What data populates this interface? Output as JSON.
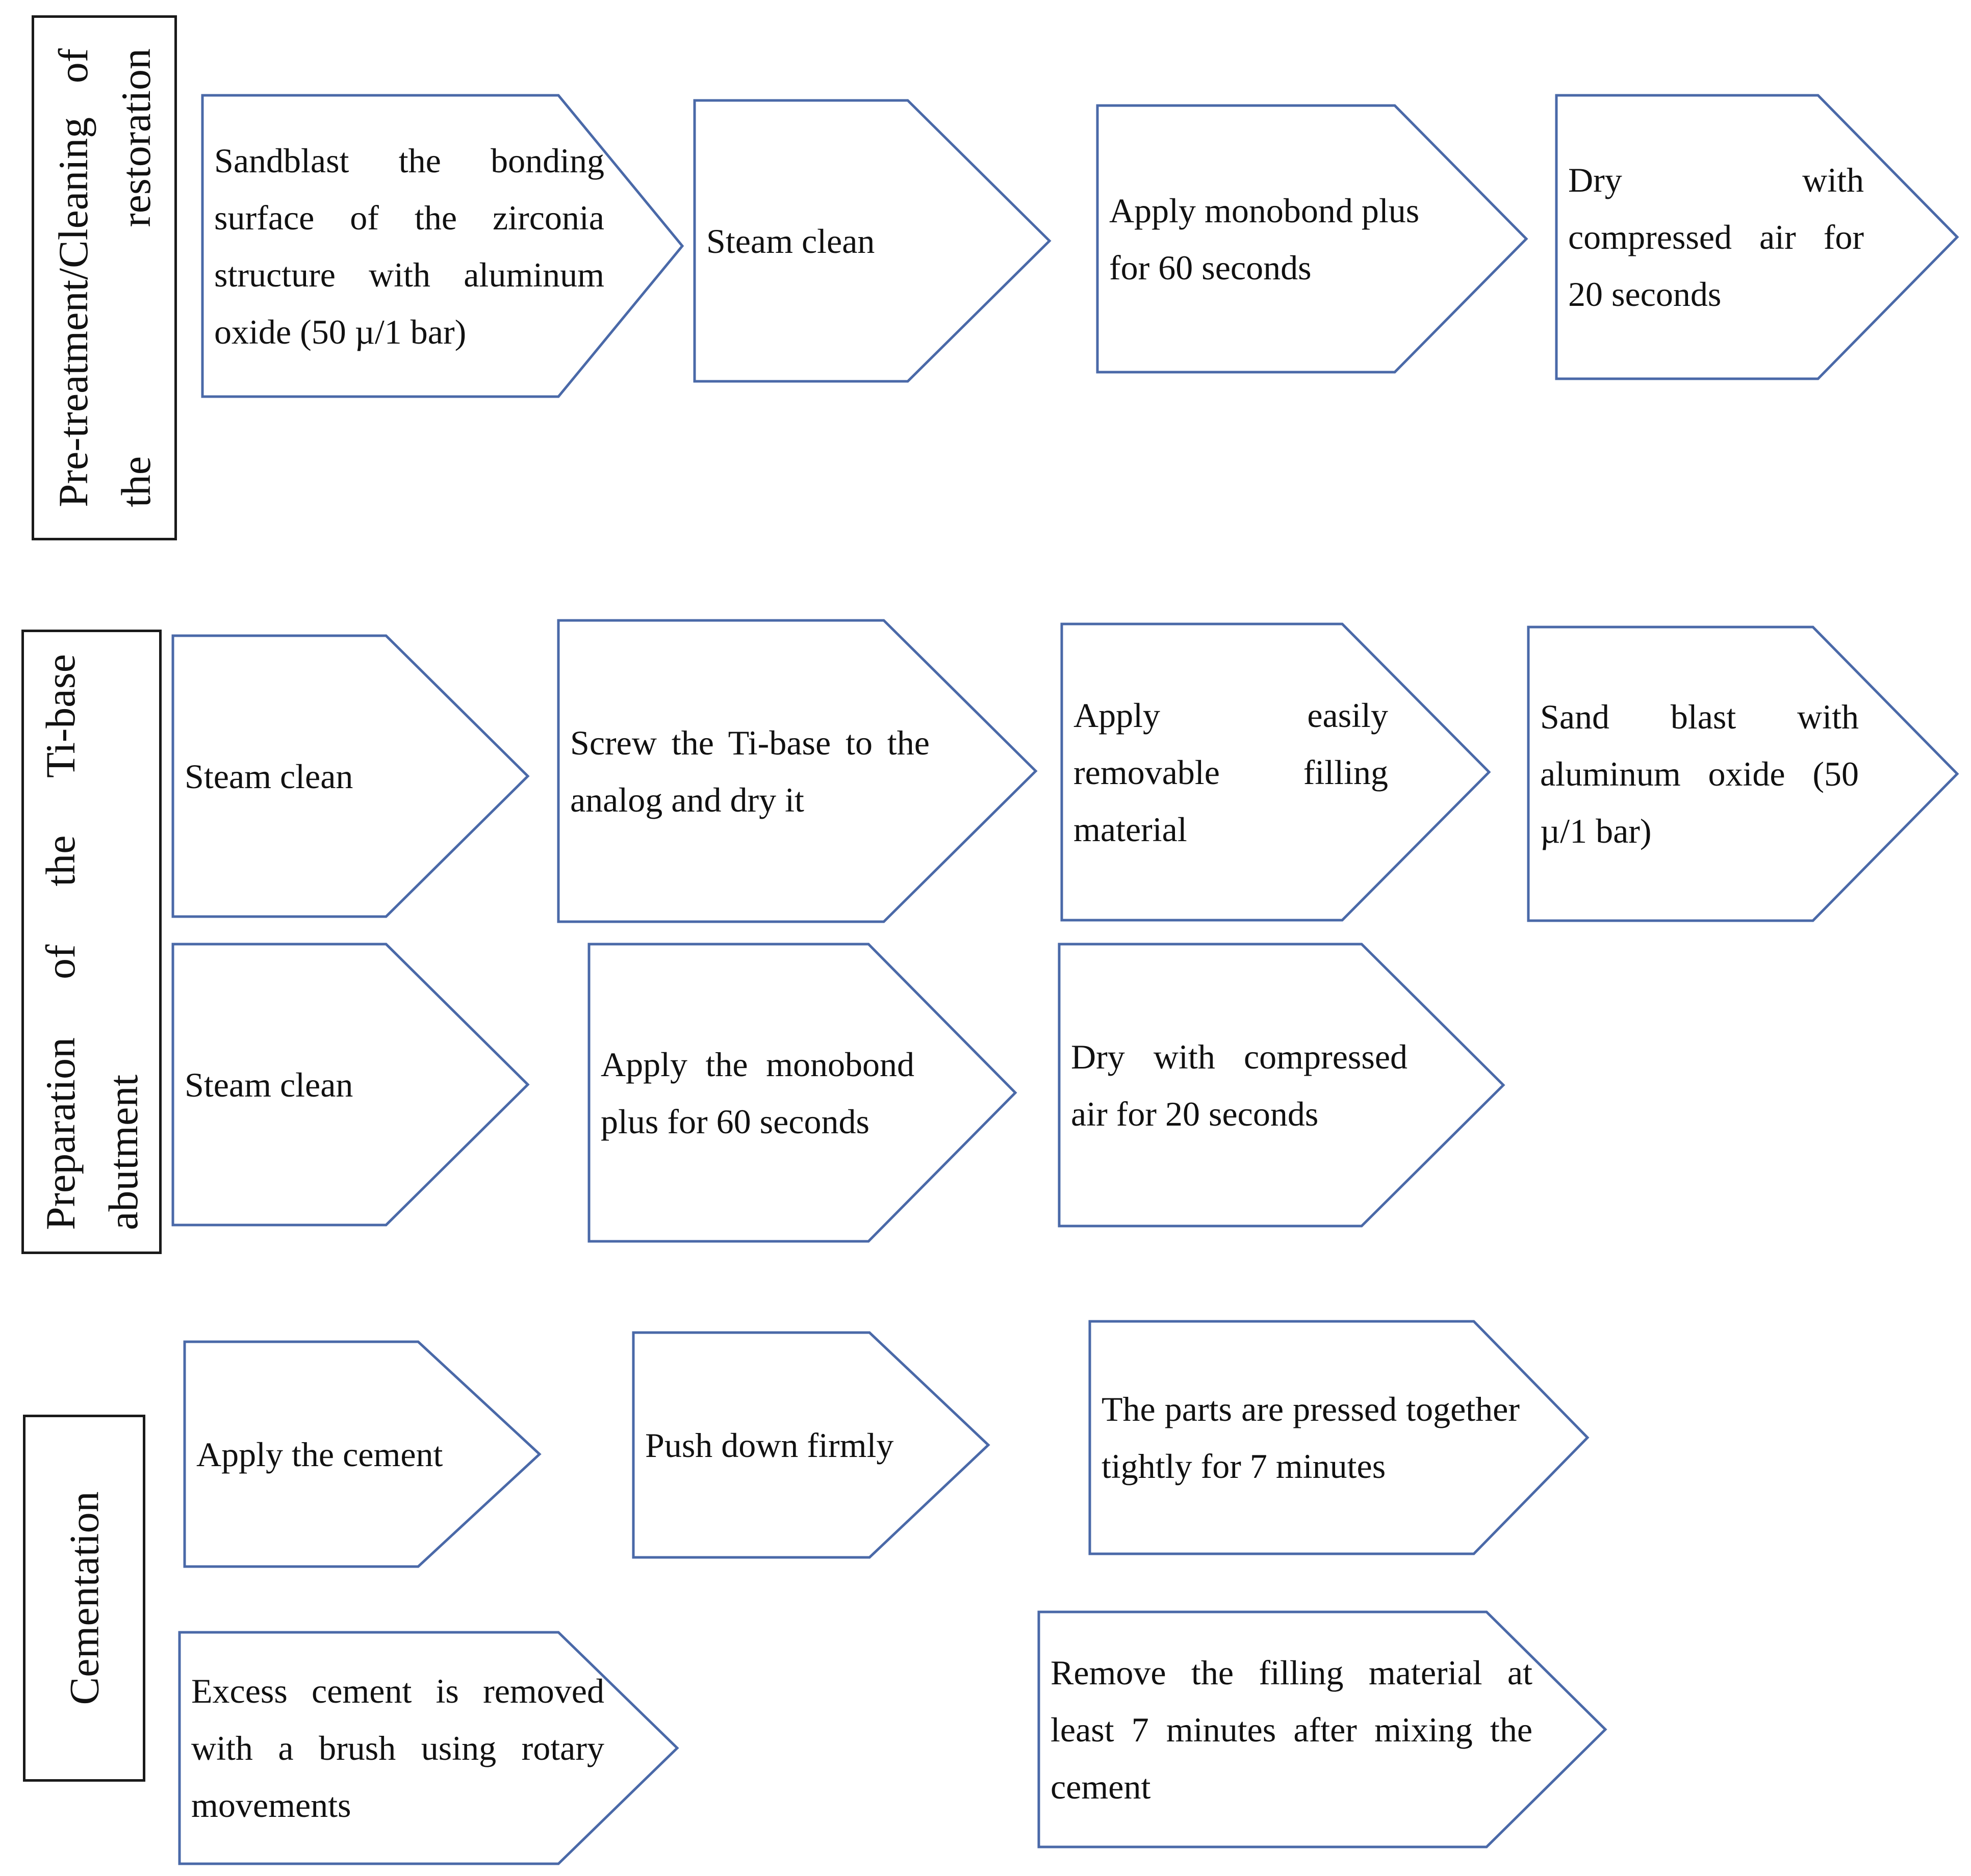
{
  "sections": [
    {
      "label": "Pre-treatment/Cleaning of the restoration",
      "steps": [
        "Sandblast the bonding surface of the zirconia structure with aluminum oxide (50 µ/1 bar)",
        "Steam clean",
        "Apply monobond plus for 60 seconds",
        "Dry with compressed air for 20 seconds"
      ]
    },
    {
      "label": "Preparation of the Ti-base abutment",
      "steps": [
        "Steam clean",
        "Screw the Ti-base to the analog and dry it",
        "Apply easily removable filling material",
        "Sand blast with aluminum oxide (50 µ/1 bar)",
        "Steam clean",
        "Apply the monobond plus for 60 seconds",
        "Dry with compressed air for 20 seconds"
      ]
    },
    {
      "label": "Cementation",
      "steps": [
        "Apply the cement",
        "Push down firmly",
        "The parts are pressed together tightly for 7 minutes",
        "Excess cement is removed with a brush using rotary movements",
        "Remove the filling material at least 7 minutes after mixing the cement"
      ]
    }
  ]
}
